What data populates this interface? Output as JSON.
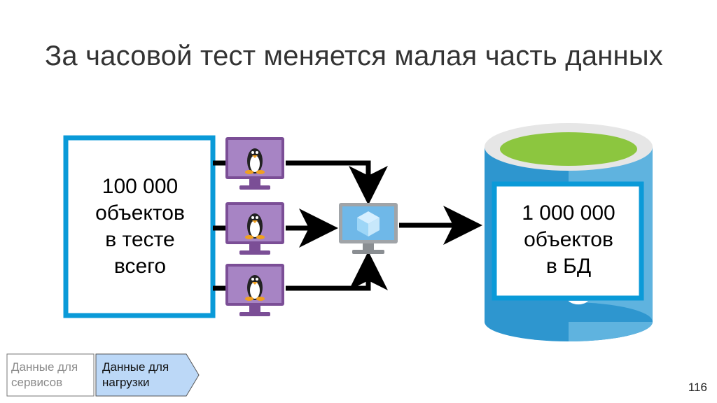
{
  "slide": {
    "title": "За часовой тест меняется малая часть данных",
    "page_number": "116"
  },
  "test_box": {
    "lines": [
      "100 000",
      "объектов",
      "в тесте",
      "всего"
    ]
  },
  "db_box": {
    "lines": [
      "1 000 000",
      "объектов",
      "в БД"
    ]
  },
  "breadcrumb": {
    "step1": [
      "Данные для",
      "сервисов"
    ],
    "step2": [
      "Данные для",
      "нагрузки"
    ]
  },
  "icons": {
    "load_agent": "linux-monitor-icon",
    "server": "vm-monitor-icon",
    "database": "database-cylinder-icon"
  },
  "colors": {
    "blue_frame": "#0a9ad8",
    "monitor_purple": "#7b4e96",
    "db_blue": "#2e96cf",
    "db_top_green": "#8cc63f",
    "nav_inactive": "#ffffff",
    "nav_active": "#bcd8f7"
  }
}
